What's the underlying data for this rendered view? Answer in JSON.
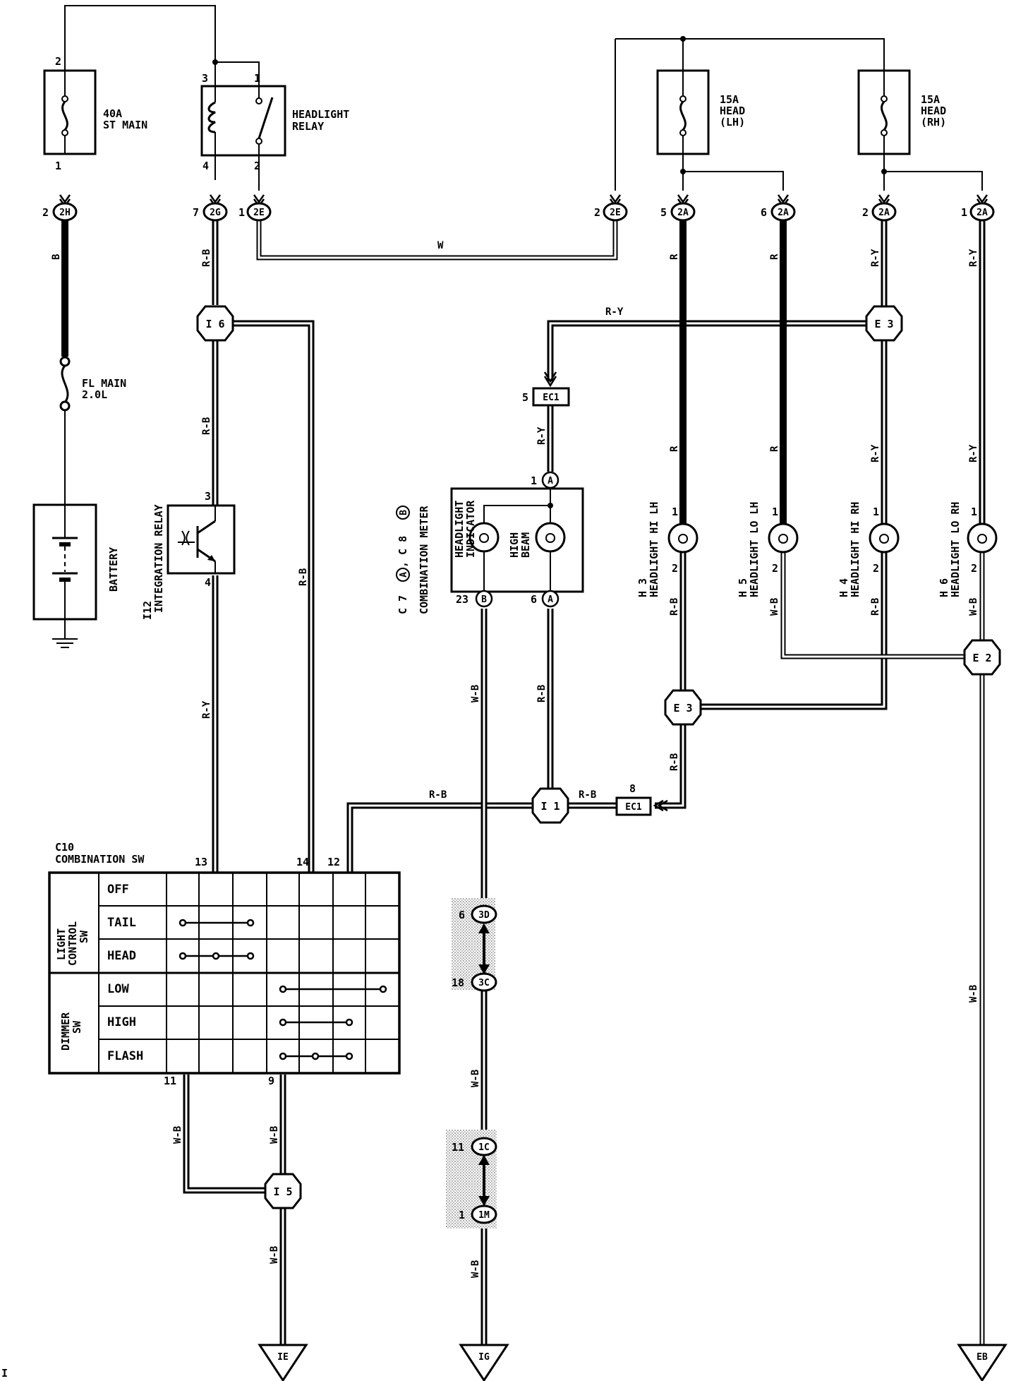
{
  "power": {
    "fuse_st_main": {
      "rating": "40A",
      "name": "ST MAIN",
      "pin_top": "2",
      "pin_bottom": "1"
    },
    "headlight_relay": {
      "name_line1": "HEADLIGHT",
      "name_line2": "RELAY",
      "pin_3": "3",
      "pin_1": "1",
      "pin_4": "4",
      "pin_2": "2"
    },
    "fuse_head_lh": {
      "rating": "15A",
      "name": "HEAD",
      "side": "(LH)"
    },
    "fuse_head_rh": {
      "rating": "15A",
      "name": "HEAD",
      "side": "(RH)"
    },
    "fl_main": {
      "line1": "FL MAIN",
      "line2": "2.0L"
    },
    "battery": {
      "name": "BATTERY"
    }
  },
  "connectors": {
    "c2h": {
      "pin": "2",
      "code": "2H"
    },
    "c2g": {
      "pin": "7",
      "code": "2G"
    },
    "c2e_left": {
      "pin": "1",
      "code": "2E"
    },
    "c2e_right": {
      "pin": "2",
      "code": "2E"
    },
    "c2a_5": {
      "pin": "5",
      "code": "2A"
    },
    "c2a_6": {
      "pin": "6",
      "code": "2A"
    },
    "c2a_2": {
      "pin": "2",
      "code": "2A"
    },
    "c2a_1": {
      "pin": "1",
      "code": "2A"
    },
    "i6": "I 6",
    "e3_top": "E 3",
    "ec1_top": {
      "pin": "5",
      "code": "EC1"
    },
    "e2": "E 2",
    "e3_bottom": "E 3",
    "i1": "I 1",
    "ec1_bottom": {
      "pin": "8",
      "code": "EC1"
    },
    "i5": "I 5",
    "c3d": {
      "pin": "6",
      "code": "3D"
    },
    "c3c": {
      "pin": "18",
      "code": "3C"
    },
    "c1c": {
      "pin": "11",
      "code": "1C"
    },
    "c1m": {
      "pin": "1",
      "code": "1M"
    },
    "ground_ie": "IE",
    "ground_ig": "IG",
    "ground_eb": "EB"
  },
  "wires": {
    "b": "B",
    "rb": "R-B",
    "ry": "R-Y",
    "w": "W",
    "r": "R",
    "wb": "W-B"
  },
  "integration_relay": {
    "code": "I12",
    "name": "INTEGRATION RELAY",
    "pin_top": "3",
    "pin_bottom": "4"
  },
  "combination_meter": {
    "code": "C 7",
    "code_a": "A",
    "code_sep": ", C 8",
    "code_b": "B",
    "name": "COMBINATION METER",
    "indicator_line1": "HEADLIGHT",
    "indicator_line2": "INDICATOR",
    "lamp_line1": "HIGH",
    "lamp_line2": "BEAM",
    "pin_top": "1",
    "pin_top_code": "A",
    "pin_bl": "23",
    "pin_bl_code": "B",
    "pin_br": "6",
    "pin_br_code": "A"
  },
  "headlights": [
    {
      "code": "H 3",
      "name": "HEADLIGHT HI LH"
    },
    {
      "code": "H 5",
      "name": "HEADLIGHT LO LH"
    },
    {
      "code": "H 4",
      "name": "HEADLIGHT HI RH"
    },
    {
      "code": "H 6",
      "name": "HEADLIGHT LO RH"
    }
  ],
  "combination_sw": {
    "code": "C10",
    "name": "COMBINATION SW",
    "pins_top": [
      "13",
      "14",
      "12"
    ],
    "pins_bottom": [
      "11",
      "9"
    ],
    "group_light": {
      "line1": "LIGHT",
      "line2": "CONTROL",
      "line3": "SW"
    },
    "group_dimmer": {
      "line1": "DIMMER",
      "line2": "SW"
    },
    "rows": [
      "OFF",
      "TAIL",
      "HEAD",
      "LOW",
      "HIGH",
      "FLASH"
    ]
  },
  "margin_mark": "I"
}
